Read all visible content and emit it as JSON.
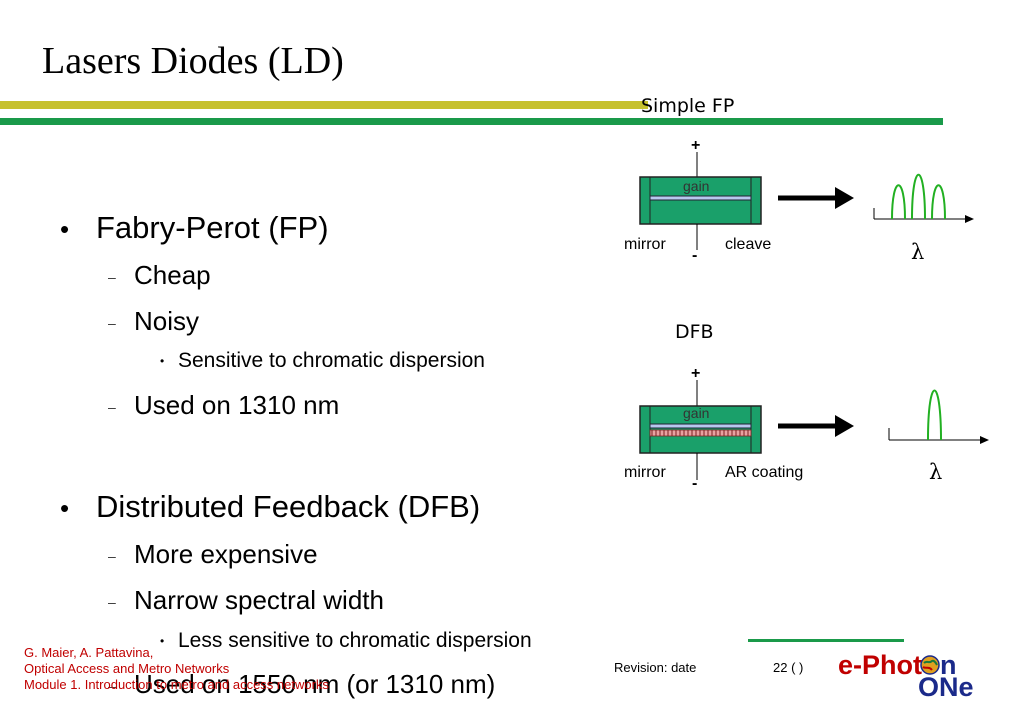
{
  "slide": {
    "title": "Lasers Diodes (LD)"
  },
  "bullets": {
    "fp": {
      "heading": "Fabry-Perot (FP)",
      "sub1": "Cheap",
      "sub2": "Noisy",
      "sub2_detail": "Sensitive to chromatic dispersion",
      "sub3": "Used on 1310 nm"
    },
    "dfb": {
      "heading": "Distributed Feedback (DFB)",
      "sub1": "More expensive",
      "sub2": "Narrow spectral width",
      "sub2_detail": "Less sensitive to chromatic dispersion",
      "sub3": "Used on 1550 nm (or 1310 nm)"
    },
    "bullet_symbol": "•",
    "dash_symbol": "–",
    "small_bullet_symbol": "•"
  },
  "diagram_fp": {
    "title": "Simple FP",
    "plus": "+",
    "minus": "-",
    "gain": "gain",
    "left_label": "mirror",
    "right_label": "cleave",
    "lambda": "λ"
  },
  "diagram_dfb": {
    "title": "DFB",
    "plus": "+",
    "minus": "-",
    "gain": "gain",
    "left_label": "mirror",
    "right_label": "AR coating",
    "lambda": "λ"
  },
  "footer": {
    "line1": "G. Maier, A. Pattavina,",
    "line2": "Optical Access and Metro Networks",
    "line3": "Module 1. Introduction to metro and access networks",
    "revision": "Revision: date",
    "page": "22 (   )"
  },
  "logo": {
    "text_red": "e-Phot",
    "text_n": "n",
    "text_blue": "ONe"
  },
  "colors": {
    "title_bar_yellow": "#c6c12e",
    "title_bar_green": "#1a9a4a",
    "laser_body": "#1aa06a",
    "spectrum_line": "#22b022",
    "footer_text": "#c00000",
    "logo_blue": "#1b2a8a"
  }
}
